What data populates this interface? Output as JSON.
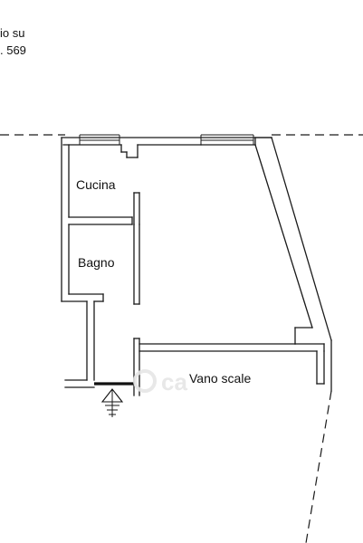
{
  "note": {
    "line1": "io su",
    "line2": ". 569"
  },
  "rooms": {
    "kitchen": "Cucina",
    "bathroom": "Bagno",
    "stairwell": "Vano scale"
  },
  "watermark": {
    "text": "ca"
  },
  "icons": {
    "entrance": "entrance-arrow-icon"
  }
}
